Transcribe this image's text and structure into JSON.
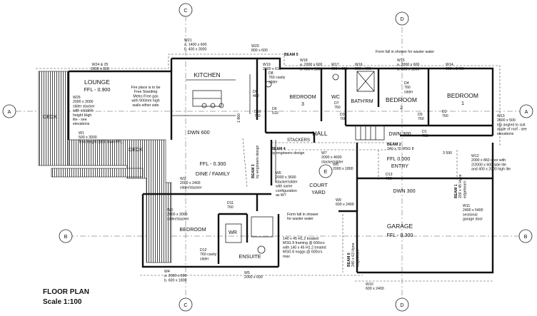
{
  "title": "FLOOR PLAN",
  "scale": "Scale 1:100",
  "grid_markers": {
    "a": "A",
    "b": "B",
    "c": "C",
    "d": "D",
    "e": "E"
  },
  "rooms": {
    "lounge": [
      "LOUNGE",
      "FFL - 0.900"
    ],
    "kitchen": "KITCHEN",
    "bedroom3": [
      "BEDROOM",
      "3"
    ],
    "bathroom": "BATH'RM",
    "bedroom2": [
      "BEDROOM",
      "2"
    ],
    "bedroom1": [
      "BEDROOM",
      "1"
    ],
    "hall": "HALL",
    "dine": [
      "FFL - 0.300",
      "DINE / FAMILY"
    ],
    "entry": [
      "FFL 0.000",
      "ENTRY"
    ],
    "court": [
      "COURT",
      "YARD"
    ],
    "bedroom_lower": "BEDROOM",
    "wr": "WR",
    "ensuite": "ENSUITE",
    "garage": [
      "GARAGE",
      "FFL - 0.300"
    ],
    "deck_left": "DECK",
    "deck_mid": "DECK",
    "wc": "WC"
  },
  "steps": {
    "dwn600": "DWN 600",
    "dwn300_hall": "DWN 300",
    "dwn300_garage": "DWN 300",
    "stackers": "STACKERS"
  },
  "labels": {
    "w21": [
      "W21",
      "a. 1400 x 600",
      "b. 400 x 3000"
    ],
    "w20": [
      "W20",
      "800 x 600"
    ],
    "beam5": "BEAM 5",
    "w24": [
      "W24 & 25",
      "2000 x 600"
    ],
    "w19": [
      "W19",
      "2000 x 610"
    ],
    "w18": [
      "W18",
      "a. 2000 x 600",
      "b. 600 x 1800"
    ],
    "w17": [
      "W17",
      "600 x 600"
    ],
    "w16": [
      "W16",
      "800 x 600"
    ],
    "w15": [
      "W15",
      "a. 2000 x 600",
      "b. 800 x 1800"
    ],
    "w14": [
      "W14",
      "600 x 2400"
    ],
    "shower_note_top": "Form fall in shower for waster water",
    "fireplace": [
      "Fire place is to be",
      "Free Standing",
      "Metro Free gas",
      "with 900mm high",
      "walls either side"
    ],
    "w26": [
      "W26",
      "2000 x 3000",
      "slider stacker",
      "with variable",
      "height High",
      "lite - see",
      "elevations"
    ],
    "w1": [
      "W1",
      "500 x 3000",
      "Trim height 1800 from FFL"
    ],
    "d8": [
      "D8",
      "760 cavity",
      "slider"
    ],
    "d9": [
      "D9",
      "460"
    ],
    "d10": [
      "D10",
      "760"
    ],
    "d6": [
      "D6",
      "510"
    ],
    "d7": [
      "D7",
      "760"
    ],
    "d5": [
      "D5",
      "760"
    ],
    "d4": [
      "D4",
      "760",
      "slider"
    ],
    "d3": [
      "D3",
      "760"
    ],
    "d2": [
      "D2",
      "760"
    ],
    "d1": [
      "D1",
      "760"
    ],
    "d13": [
      "D13",
      "760"
    ],
    "d11": [
      "D11",
      "760"
    ],
    "d12": [
      "D12",
      "760 cavity",
      "slider"
    ],
    "w13": [
      "W13",
      "2600 x 500",
      "top angled to suit",
      "angle of roof - see",
      "elevations"
    ],
    "beam2": [
      "BEAM 2",
      "240 x 70 MSG 8"
    ],
    "beam1": [
      "BEAM 1",
      "209 x 45 Hyne",
      "edgebeam"
    ],
    "beam3": [
      "BEAM 3",
      "by engineers design"
    ],
    "beam4": [
      "BEAM 4",
      "by engineers design"
    ],
    "beam6": [
      "BEAM 6",
      "240 x 63 Hyne",
      "edgebeam"
    ],
    "w7": [
      "W7",
      "2000 x 4600",
      "stacker/slider"
    ],
    "w6": [
      "W6",
      "2000 x 3600",
      "stacker/slider",
      "with same",
      "configuration",
      "as W7"
    ],
    "w8": [
      "W8",
      "2000 x 1800"
    ],
    "w12": [
      "W12",
      "2000 x 860 door with",
      "2/2000 x 600 side lite",
      "and 400 x 2000 high lite"
    ],
    "w2": [
      "W2",
      "2000 x 2400",
      "slider/stacker"
    ],
    "w3": [
      "W3",
      "2000 x 3000",
      "slider/stacker"
    ],
    "w9": [
      "W9",
      "600 x 2400"
    ],
    "w11": [
      "W11",
      "2400 x 5400",
      "sectional",
      "garage door"
    ],
    "shower_note_bottom": [
      "Form fall in shower",
      "for waster water"
    ],
    "framing": [
      "140 x 45 H1.2 treated",
      "MSG 8 framing @ 600crs",
      "with 140 x 45 H1.2 treated",
      "MSG 8 noggs @ 600crs",
      "max"
    ],
    "w4": [
      "W4",
      "a. 2000 x 600",
      "b. 600 x 1800"
    ],
    "w5": [
      "W5",
      "2000 x 600"
    ],
    "w10": [
      "W10",
      "600 x 2400"
    ],
    "dim_3590": "3 590",
    "dim_1860": "1 860"
  }
}
